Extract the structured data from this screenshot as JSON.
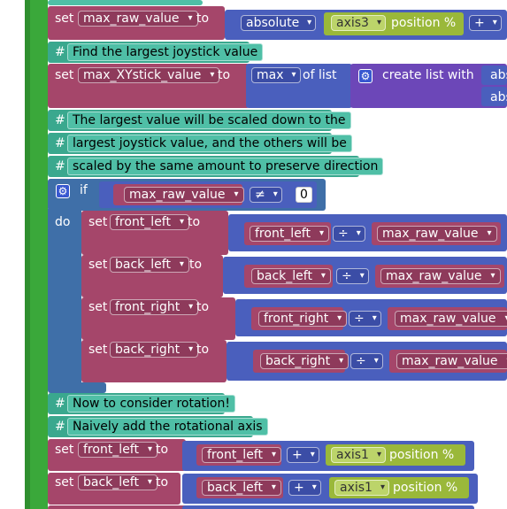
{
  "colors": {
    "variable": "#a5466a",
    "variable_dark": "#8e3a5b",
    "math": "#4a5fbd",
    "math_dark": "#3b4da6",
    "list": "#6c47b8",
    "comment": "#4fbfa6",
    "comment_bar": "#3aa88e",
    "axis": "#9ab83a",
    "control": "#3f6fa8",
    "rail": "#3aa83a",
    "number_bg": "#ffffff"
  },
  "blocks": {
    "set_max_raw": {
      "set": "set",
      "var": "max_raw_value",
      "to": "to",
      "fn": "absolute",
      "axis": "axis3",
      "pos": "position %",
      "op": "+"
    },
    "cmt1": {
      "hash": "#",
      "text": "Find the largest joystick value"
    },
    "set_max_xy": {
      "set": "set",
      "var": "max_XYstick_value",
      "to": "to",
      "fn": "max",
      "oflist": "of list",
      "create": "create list with",
      "abs1": "abs",
      "abs2": "abs"
    },
    "cmt2": {
      "hash": "#",
      "text": "The largest value will be scaled down to the"
    },
    "cmt3": {
      "hash": "#",
      "text": "largest joystick value, and the others will be"
    },
    "cmt4": {
      "hash": "#",
      "text": "scaled by the same amount to preserve direction"
    },
    "if_block": {
      "if": "if",
      "var": "max_raw_value",
      "op": "≠",
      "num": "0",
      "do": "do"
    },
    "set_fl": {
      "set": "set",
      "var": "front_left",
      "to": "to",
      "left": "front_left",
      "op": "÷",
      "right": "max_raw_value"
    },
    "set_bl": {
      "set": "set",
      "var": "back_left",
      "to": "to",
      "left": "back_left",
      "op": "÷",
      "right": "max_raw_value"
    },
    "set_fr": {
      "set": "set",
      "var": "front_right",
      "to": "to",
      "left": "front_right",
      "op": "÷",
      "right": "max_raw_value"
    },
    "set_br": {
      "set": "set",
      "var": "back_right",
      "to": "to",
      "left": "back_right",
      "op": "÷",
      "right": "max_raw_value"
    },
    "cmt5": {
      "hash": "#",
      "text": "Now to consider rotation!"
    },
    "cmt6": {
      "hash": "#",
      "text": "Naively add the rotational axis"
    },
    "set_fl2": {
      "set": "set",
      "var": "front_left",
      "to": "to",
      "left": "front_left",
      "op": "+",
      "axis": "axis1",
      "pos": "position %"
    },
    "set_bl2": {
      "set": "set",
      "var": "back_left",
      "to": "to",
      "left": "back_left",
      "op": "+",
      "axis": "axis1",
      "pos": "position %"
    }
  },
  "icons": {
    "gear": "gear-icon",
    "dropdown": "dropdown-arrow-icon"
  }
}
